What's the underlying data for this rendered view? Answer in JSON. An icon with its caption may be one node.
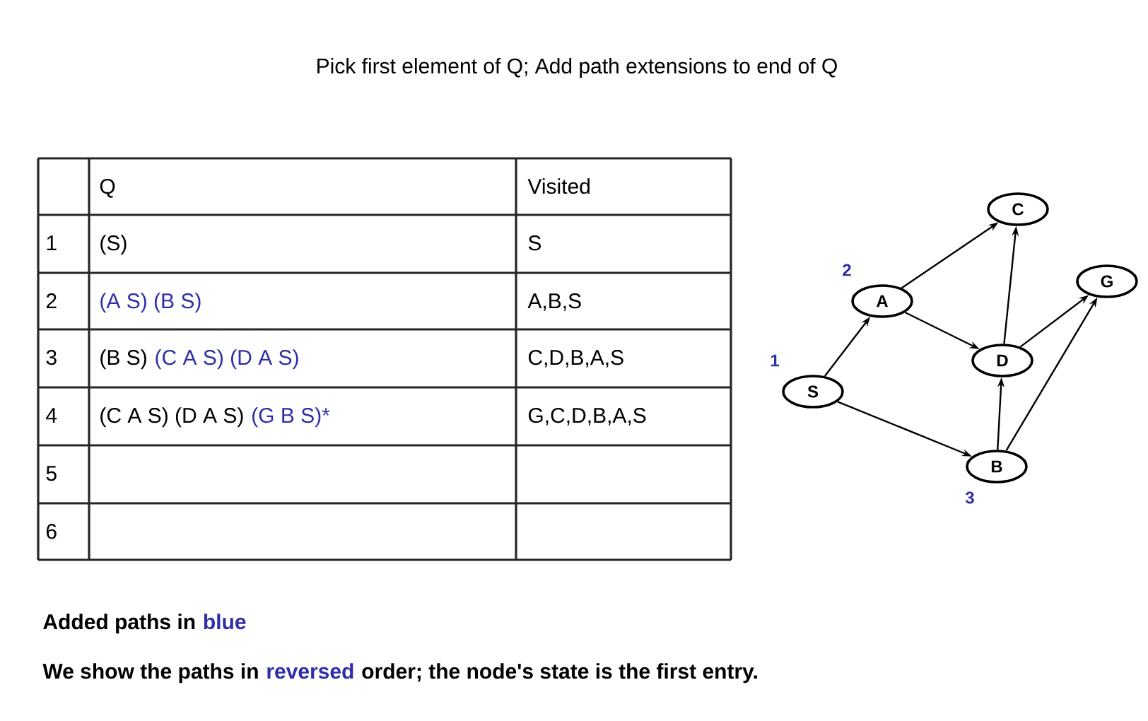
{
  "diagram": {
    "title": "Pick first element of Q;  Add path extensions to end of Q",
    "nodes": [
      {
        "text": [
          "S"
        ],
        "beside": [
          "1"
        ]
      },
      {
        "text": [
          "A"
        ],
        "beside": [
          "2"
        ]
      },
      {
        "text": [
          "B"
        ],
        "beside": [
          "3"
        ]
      },
      {
        "text": [
          "C"
        ]
      },
      {
        "text": [
          "D"
        ]
      },
      {
        "text": [
          "G"
        ]
      }
    ],
    "edges": [
      {
        "from": 0,
        "to": 1,
        "arrow": "to"
      },
      {
        "from": 0,
        "to": 2,
        "arrow": "to"
      },
      {
        "from": 1,
        "to": 3,
        "arrow": "to"
      },
      {
        "from": 1,
        "to": 4,
        "arrow": "to"
      },
      {
        "from": 4,
        "to": 3,
        "arrow": "to"
      },
      {
        "from": 4,
        "to": 5,
        "arrow": "to"
      },
      {
        "from": 2,
        "to": 4,
        "arrow": "to"
      },
      {
        "from": 2,
        "to": 5,
        "arrow": "to"
      }
    ],
    "labels": [
      "Q",
      "Visited",
      "1",
      "(S)",
      "S",
      "2",
      "(A S) (B S)",
      "A,B,S",
      "3",
      "(B S)",
      "(C A S) (D A S)",
      "C,D,B,A,S",
      "4",
      "(C A S) (D A S)",
      "(G B S)*",
      "G,C,D,B,A,S",
      "5",
      "6",
      "Added paths in",
      "blue",
      "We show the paths in",
      "reversed",
      "order; the node's state is the first entry."
    ]
  }
}
